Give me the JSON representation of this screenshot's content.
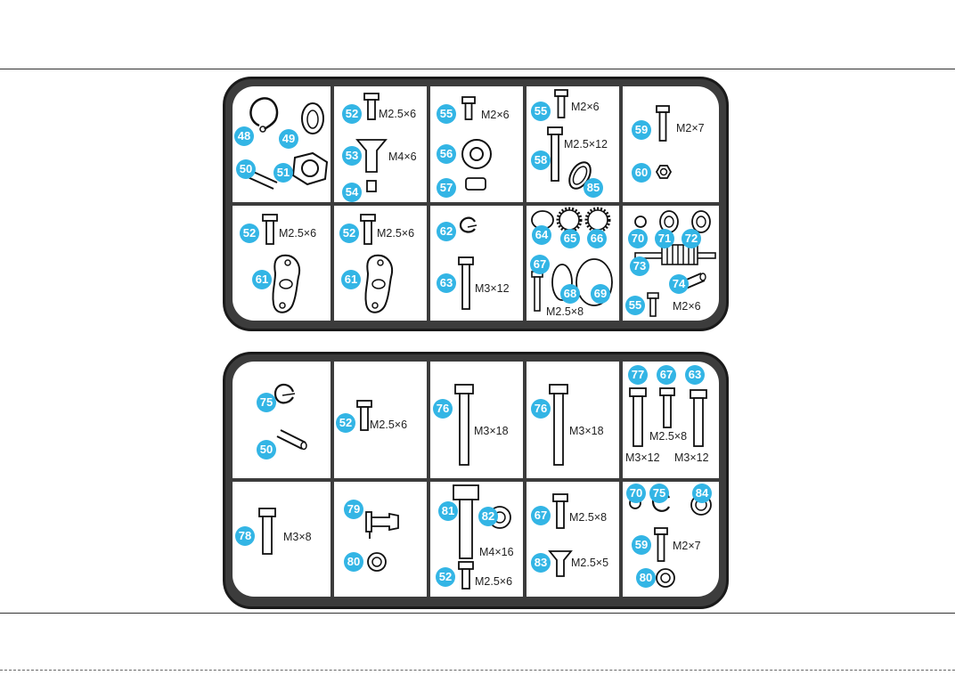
{
  "trays": [
    {
      "cells": [
        {
          "badges": [
            "48",
            "49",
            "50",
            "51"
          ],
          "labels": []
        },
        {
          "badges": [
            "52",
            "53",
            "54"
          ],
          "labels": [
            "M2.5×6",
            "M4×6"
          ]
        },
        {
          "badges": [
            "55",
            "56",
            "57"
          ],
          "labels": [
            "M2×6"
          ]
        },
        {
          "badges": [
            "55",
            "58",
            "85"
          ],
          "labels": [
            "M2×6",
            "M2.5×12"
          ]
        },
        {
          "badges": [
            "59",
            "60"
          ],
          "labels": [
            "M2×7"
          ]
        },
        {
          "badges": [
            "52",
            "61"
          ],
          "labels": [
            "M2.5×6"
          ]
        },
        {
          "badges": [
            "52",
            "61"
          ],
          "labels": [
            "M2.5×6"
          ]
        },
        {
          "badges": [
            "62",
            "63"
          ],
          "labels": [
            "M3×12"
          ]
        },
        {
          "badges": [
            "64",
            "65",
            "66",
            "67",
            "68",
            "69"
          ],
          "labels": [
            "M2.5×8"
          ]
        },
        {
          "badges": [
            "70",
            "71",
            "72",
            "73",
            "74",
            "55"
          ],
          "labels": [
            "M2×6"
          ]
        }
      ]
    },
    {
      "cells": [
        {
          "badges": [
            "75",
            "50"
          ],
          "labels": []
        },
        {
          "badges": [
            "52"
          ],
          "labels": [
            "M2.5×6"
          ]
        },
        {
          "badges": [
            "76"
          ],
          "labels": [
            "M3×18"
          ]
        },
        {
          "badges": [
            "76"
          ],
          "labels": [
            "M3×18"
          ]
        },
        {
          "badges": [
            "77",
            "67",
            "63"
          ],
          "labels": [
            "M2.5×8",
            "M3×12",
            "M3×12"
          ]
        },
        {
          "badges": [
            "78"
          ],
          "labels": [
            "M3×8"
          ]
        },
        {
          "badges": [
            "79",
            "80"
          ],
          "labels": []
        },
        {
          "badges": [
            "81",
            "82",
            "52"
          ],
          "labels": [
            "M4×16",
            "M2.5×6"
          ]
        },
        {
          "badges": [
            "67",
            "83"
          ],
          "labels": [
            "M2.5×8",
            "M2.5×5"
          ]
        },
        {
          "badges": [
            "70",
            "75",
            "84",
            "59",
            "80"
          ],
          "labels": [
            "M2×7"
          ]
        }
      ]
    }
  ]
}
